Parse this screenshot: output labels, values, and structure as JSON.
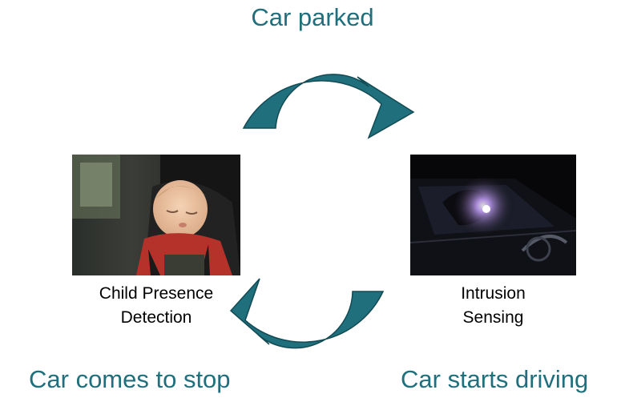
{
  "captions": {
    "top": "Car parked",
    "bottom_left": "Car comes to stop",
    "bottom_right": "Car starts driving"
  },
  "nodes": [
    {
      "label_line1": "Child Presence",
      "label_line2": "Detection"
    },
    {
      "label_line1": "Intrusion",
      "label_line2": "Sensing"
    }
  ],
  "colors": {
    "arrow_fill": "#1f6f7c",
    "arrow_stroke": "#124b54",
    "caption_text": "#1f6f7c"
  }
}
